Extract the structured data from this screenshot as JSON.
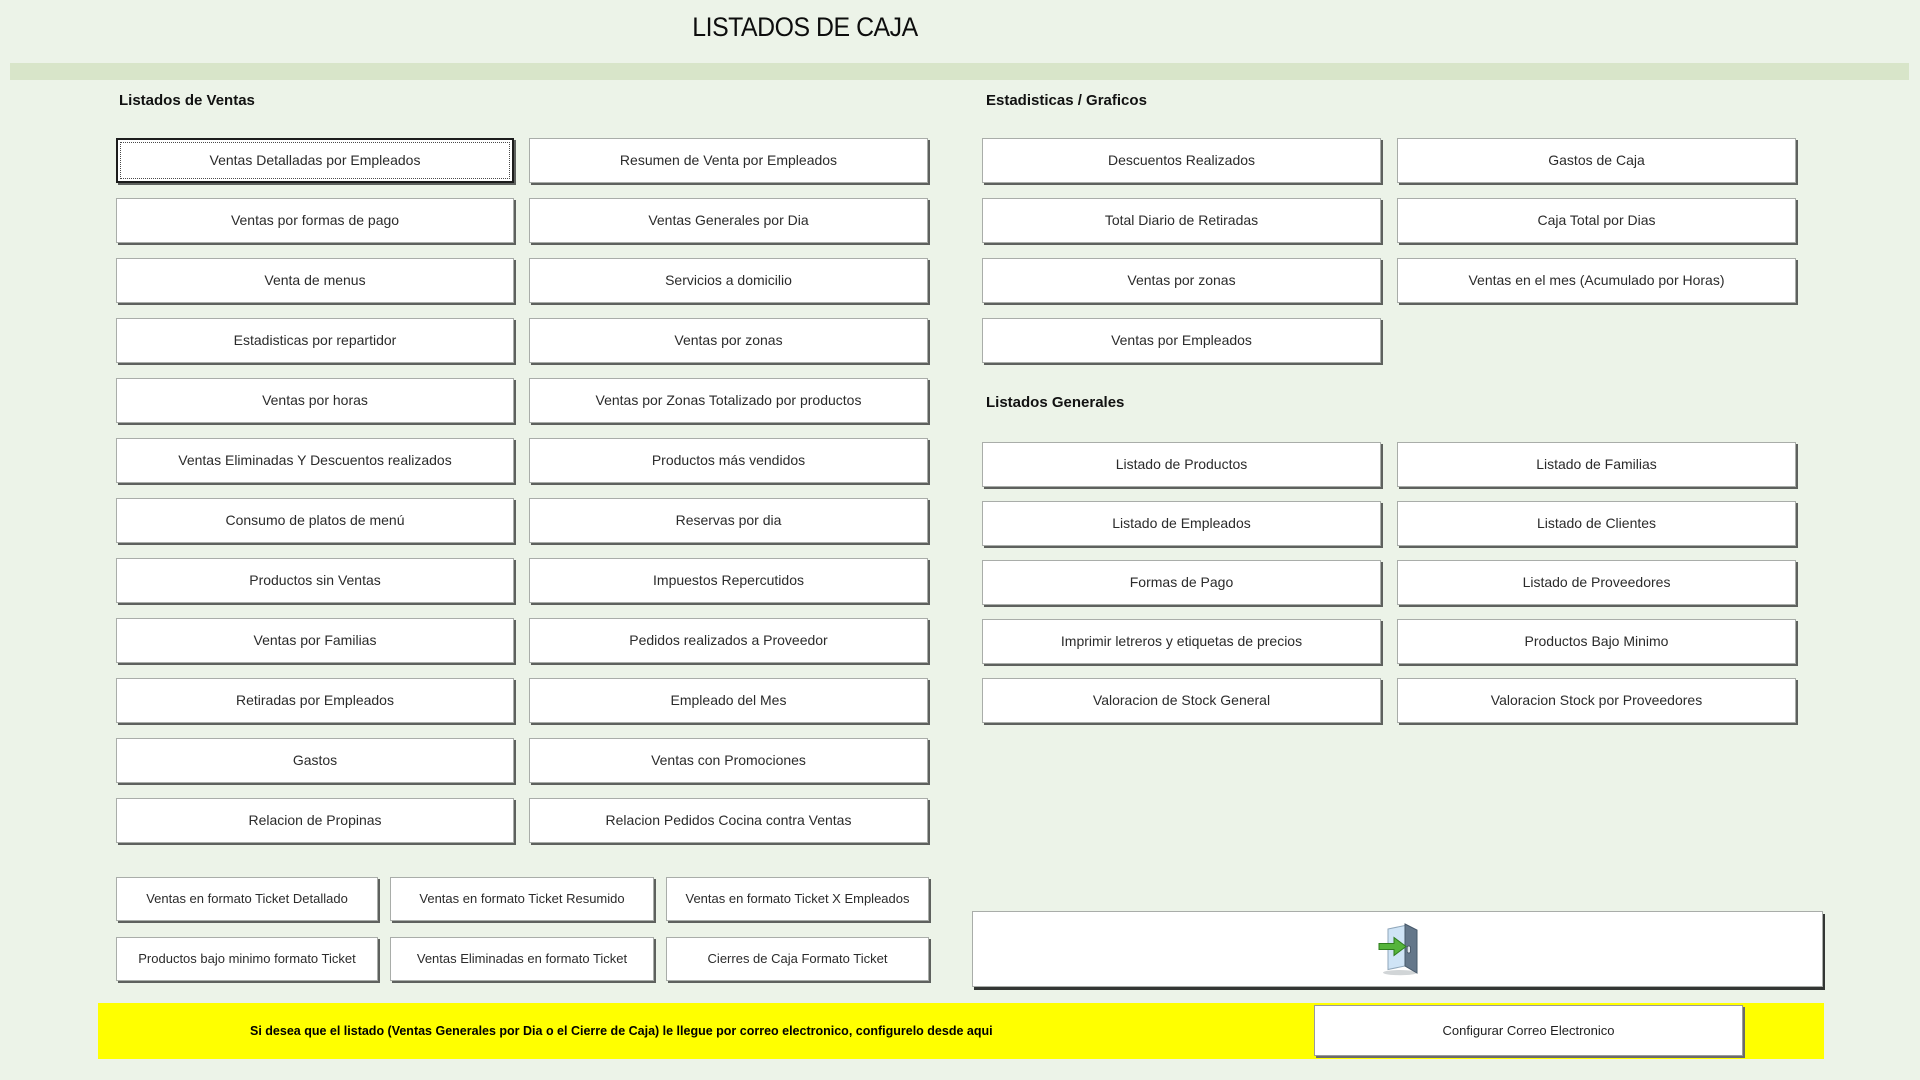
{
  "title": "LISTADOS DE CAJA",
  "colors": {
    "page_background": "#ecf3e8",
    "divider_strip": "#d8e5c9",
    "notice_bar": "#ffff00",
    "exit_arrow_green": "#55b43b"
  },
  "sections": {
    "ventas": {
      "heading": "Listados de Ventas",
      "col1": [
        "Ventas Detalladas por Empleados",
        "Ventas por formas de pago",
        "Venta de menus",
        "Estadisticas por repartidor",
        "Ventas por horas",
        "Ventas Eliminadas Y Descuentos realizados",
        "Consumo de platos de menú",
        "Productos sin Ventas",
        "Ventas por Familias",
        "Retiradas por Empleados",
        "Gastos",
        "Relacion de Propinas"
      ],
      "col2": [
        "Resumen de Venta por Empleados",
        "Ventas Generales por Dia",
        "Servicios a domicilio",
        "Ventas por zonas",
        "Ventas por Zonas Totalizado por productos",
        "Productos más vendidos",
        "Reservas por dia",
        "Impuestos Repercutidos",
        "Pedidos realizados a Proveedor",
        "Empleado del Mes",
        "Ventas con Promociones",
        "Relacion Pedidos Cocina contra Ventas"
      ],
      "focused_button": "Ventas Detalladas por Empleados"
    },
    "estadisticas": {
      "heading": "Estadisticas / Graficos",
      "col1": [
        "Descuentos Realizados",
        "Total Diario de Retiradas",
        "Ventas por zonas",
        "Ventas por Empleados"
      ],
      "col2": [
        "Gastos de Caja",
        "Caja Total por Dias",
        "Ventas en el mes (Acumulado por Horas)"
      ]
    },
    "generales": {
      "heading": "Listados Generales",
      "col1": [
        "Listado de Productos",
        "Listado de Empleados",
        "Formas de Pago",
        "Imprimir letreros y etiquetas de precios",
        "Valoracion de Stock General"
      ],
      "col2": [
        "Listado de Familias",
        "Listado de Clientes",
        "Listado de Proveedores",
        "Productos Bajo Minimo",
        "Valoracion Stock por Proveedores"
      ]
    },
    "tickets": {
      "row1": [
        "Ventas en formato Ticket Detallado",
        "Ventas en formato Ticket Resumido",
        "Ventas en formato Ticket X Empleados"
      ],
      "row2": [
        "Productos bajo minimo formato Ticket",
        "Ventas Eliminadas en formato Ticket",
        "Cierres de Caja Formato Ticket"
      ]
    }
  },
  "exit": {
    "icon": "exit-door-icon"
  },
  "footer": {
    "notice": "Si desea que el listado (Ventas Generales por Dia o el Cierre de Caja) le llegue por correo electronico, configurelo desde aqui",
    "config_button": "Configurar Correo Electronico"
  }
}
